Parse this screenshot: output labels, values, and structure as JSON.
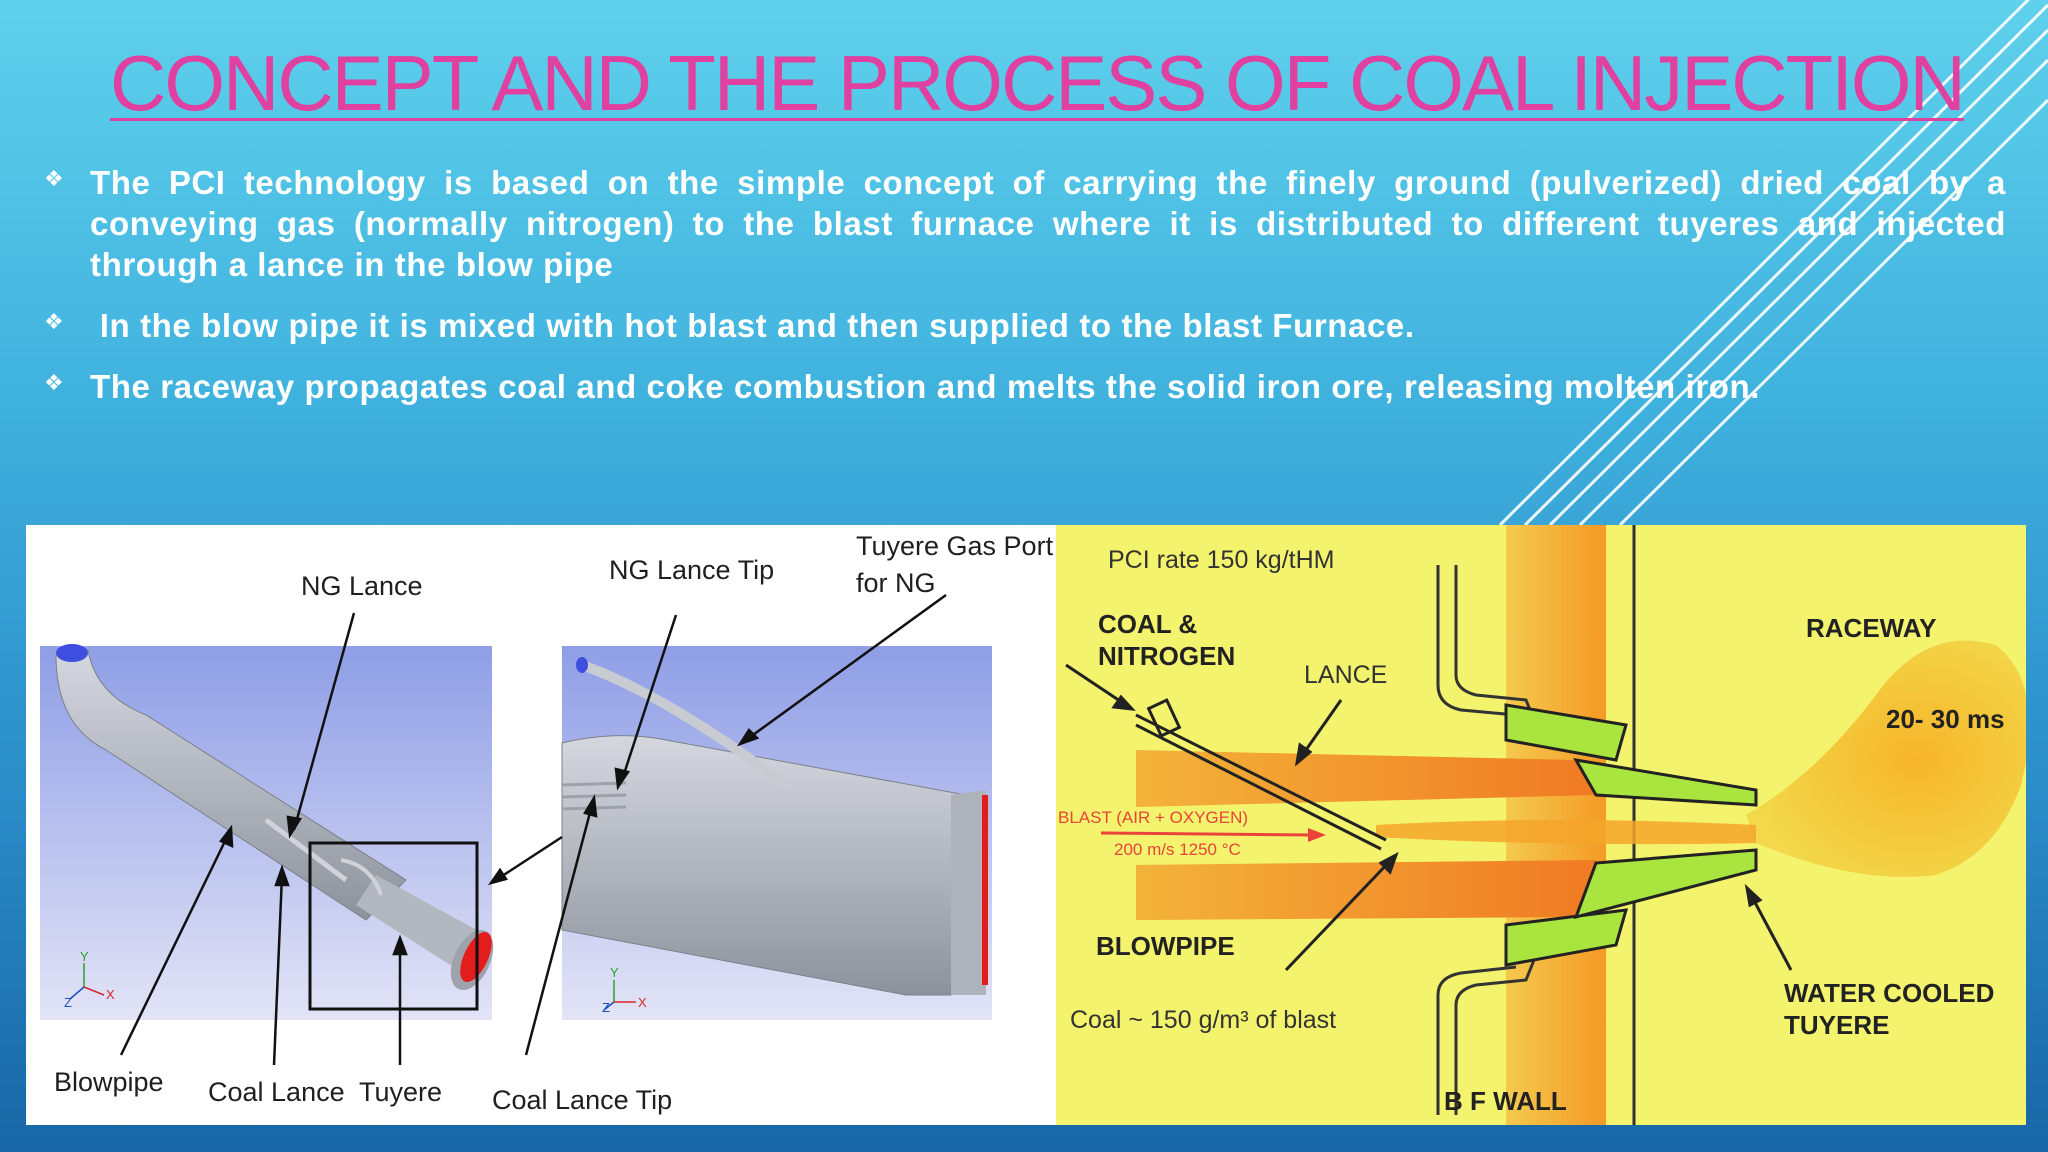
{
  "slide": {
    "title": "CONCEPT AND THE PROCESS OF COAL INJECTION",
    "bullets": [
      {
        "text": "The PCI technology is based on the simple concept of carrying the finely ground (pulverized) dried coal by a conveying gas (normally nitrogen) to the blast furnace where it is distributed to different tuyeres and injected through a lance in the blow pipe"
      },
      {
        "text": " In the blow pipe it is mixed with hot blast and then supplied to the blast Furnace."
      },
      {
        "text": "The raceway propagates coal and coke combustion and melts the solid iron ore, releasing molten iron."
      }
    ],
    "bullet_marker": "❖"
  },
  "figure_left": {
    "labels": {
      "ng_lance": "NG Lance",
      "ng_lance_tip": "NG Lance Tip",
      "tuyere_gas_port_1": "Tuyere Gas Port",
      "tuyere_gas_port_2": "for NG",
      "blowpipe": "Blowpipe",
      "coal_lance": "Coal Lance",
      "tuyere": "Tuyere",
      "coal_lance_tip": "Coal Lance Tip"
    },
    "axes": {
      "y": "Y",
      "x": "X",
      "z": "Z"
    }
  },
  "figure_right": {
    "labels": {
      "pci_rate": "PCI rate 150 kg/tHM",
      "coal_nitrogen_1": "COAL &",
      "coal_nitrogen_2": "NITROGEN",
      "lance": "LANCE",
      "raceway": "RACEWAY",
      "raceway_time": "20- 30 ms",
      "blast_1": "BLAST (AIR + OXYGEN)",
      "blast_2": "200 m/s 1250 °C",
      "blowpipe": "BLOWPIPE",
      "coal_rate": "Coal ~ 150 g/m³ of blast",
      "water_cooled_1": "WATER COOLED",
      "water_cooled_2": "TUYERE",
      "bf_wall": "B F WALL"
    }
  },
  "colors": {
    "title": "#e0409f",
    "background_top": "#5fd1ec",
    "background_bottom": "#1866a5",
    "bullet_text": "#ffffff",
    "diagram_yellow": "#f3f36d",
    "accent_red": "#e8443a"
  }
}
